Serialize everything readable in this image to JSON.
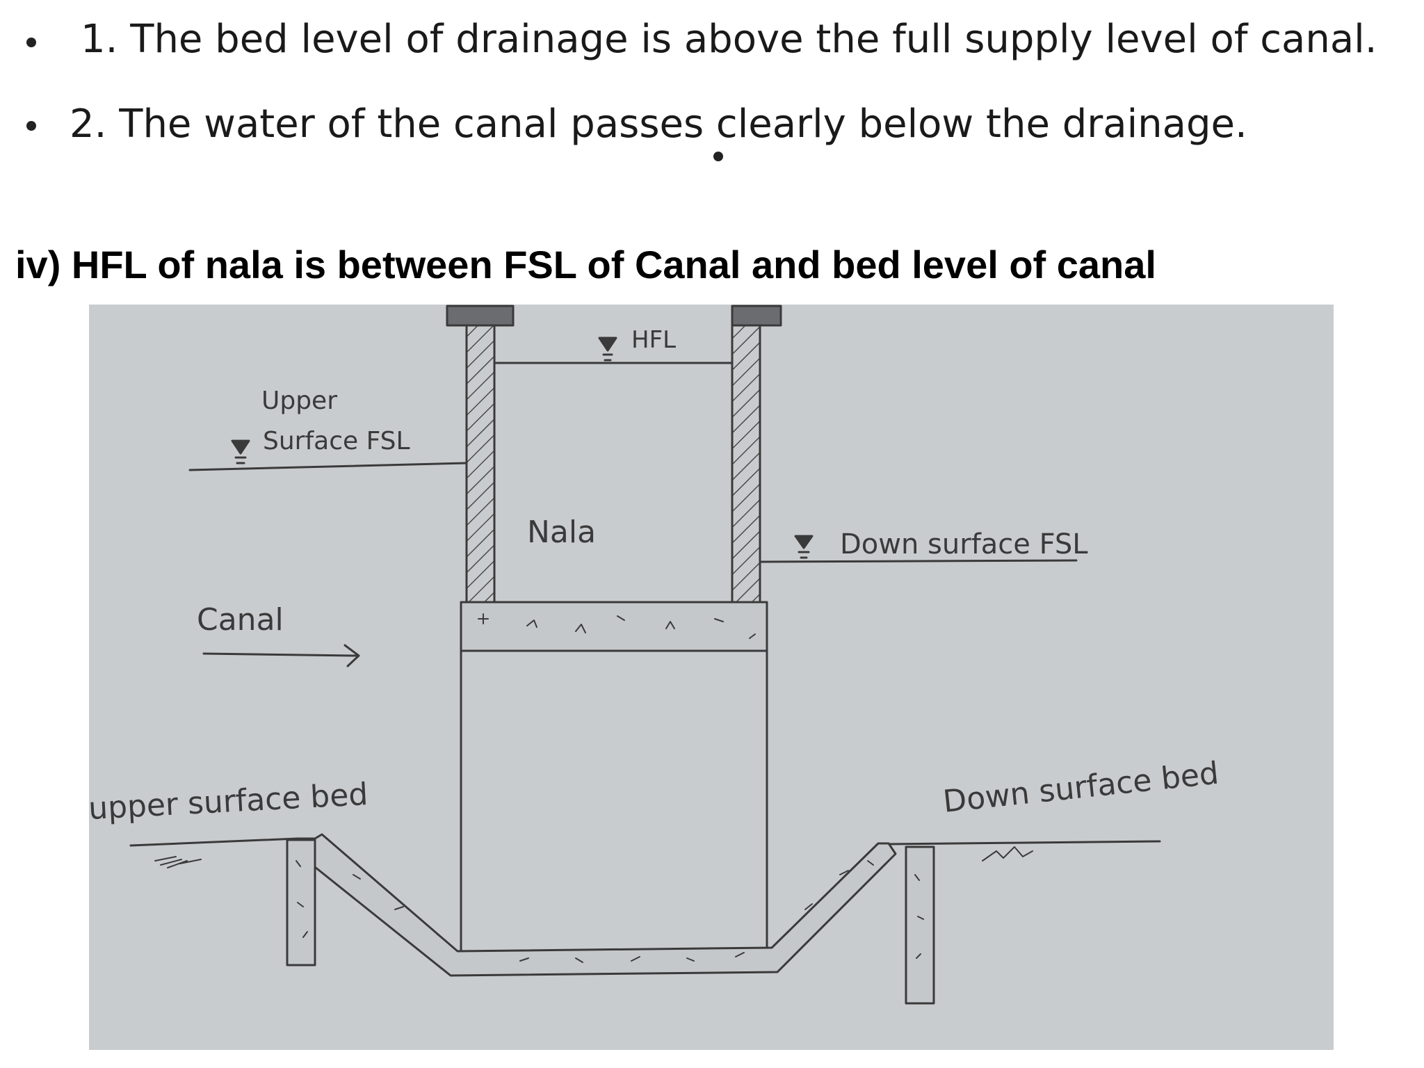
{
  "bullets": [
    "1. The bed level of drainage is above the full supply level of canal.",
    "2. The water of the canal passes clearly below the drainage."
  ],
  "heading": "iv) HFL of nala is between FSL of Canal and bed level of canal",
  "diagram": {
    "labels": {
      "hfl": "HFL",
      "upper_fsl_line1": "Upper",
      "upper_fsl_line2": "Surface FSL",
      "nala": "Nala",
      "down_fsl": "Down surface FSL",
      "canal": "Canal",
      "upper_bed": "upper surface bed",
      "down_bed": "Down surface bed"
    },
    "colors": {
      "paper": "#c9cccf",
      "ink": "#3a3a3a"
    }
  }
}
